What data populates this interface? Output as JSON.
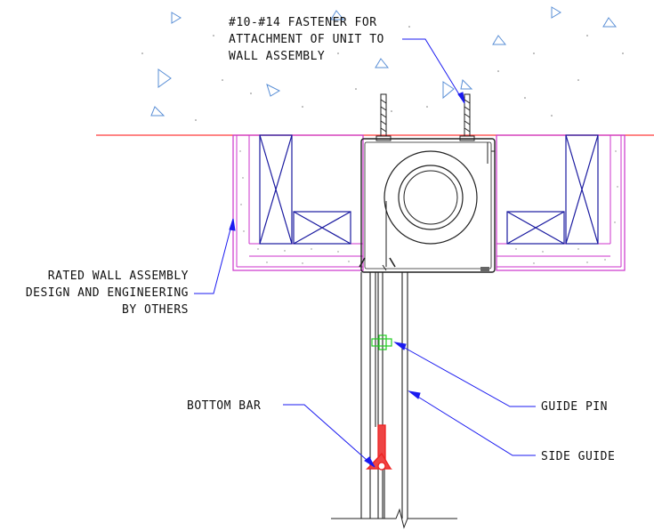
{
  "labels": {
    "fastener": [
      "#10-#14 FASTENER FOR",
      "ATTACHMENT OF UNIT TO",
      "WALL ASSEMBLY"
    ],
    "wall_assembly": [
      "RATED WALL ASSEMBLY",
      "DESIGN AND ENGINEERING",
      "BY OTHERS"
    ],
    "guide_pin": "GUIDE PIN",
    "side_guide": "SIDE GUIDE",
    "bottom_bar": "BOTTOM BAR"
  },
  "colors": {
    "ceiling_line": "#ff3b3b",
    "insulation": "#cc33cc",
    "wood_blocks": "#1a1aa0",
    "leader": "#1a1af0",
    "guide_pin": "#22cc22",
    "bottom_bar": "#ee2222",
    "concrete_marks": "#5a8fd6",
    "linework": "#222222"
  }
}
